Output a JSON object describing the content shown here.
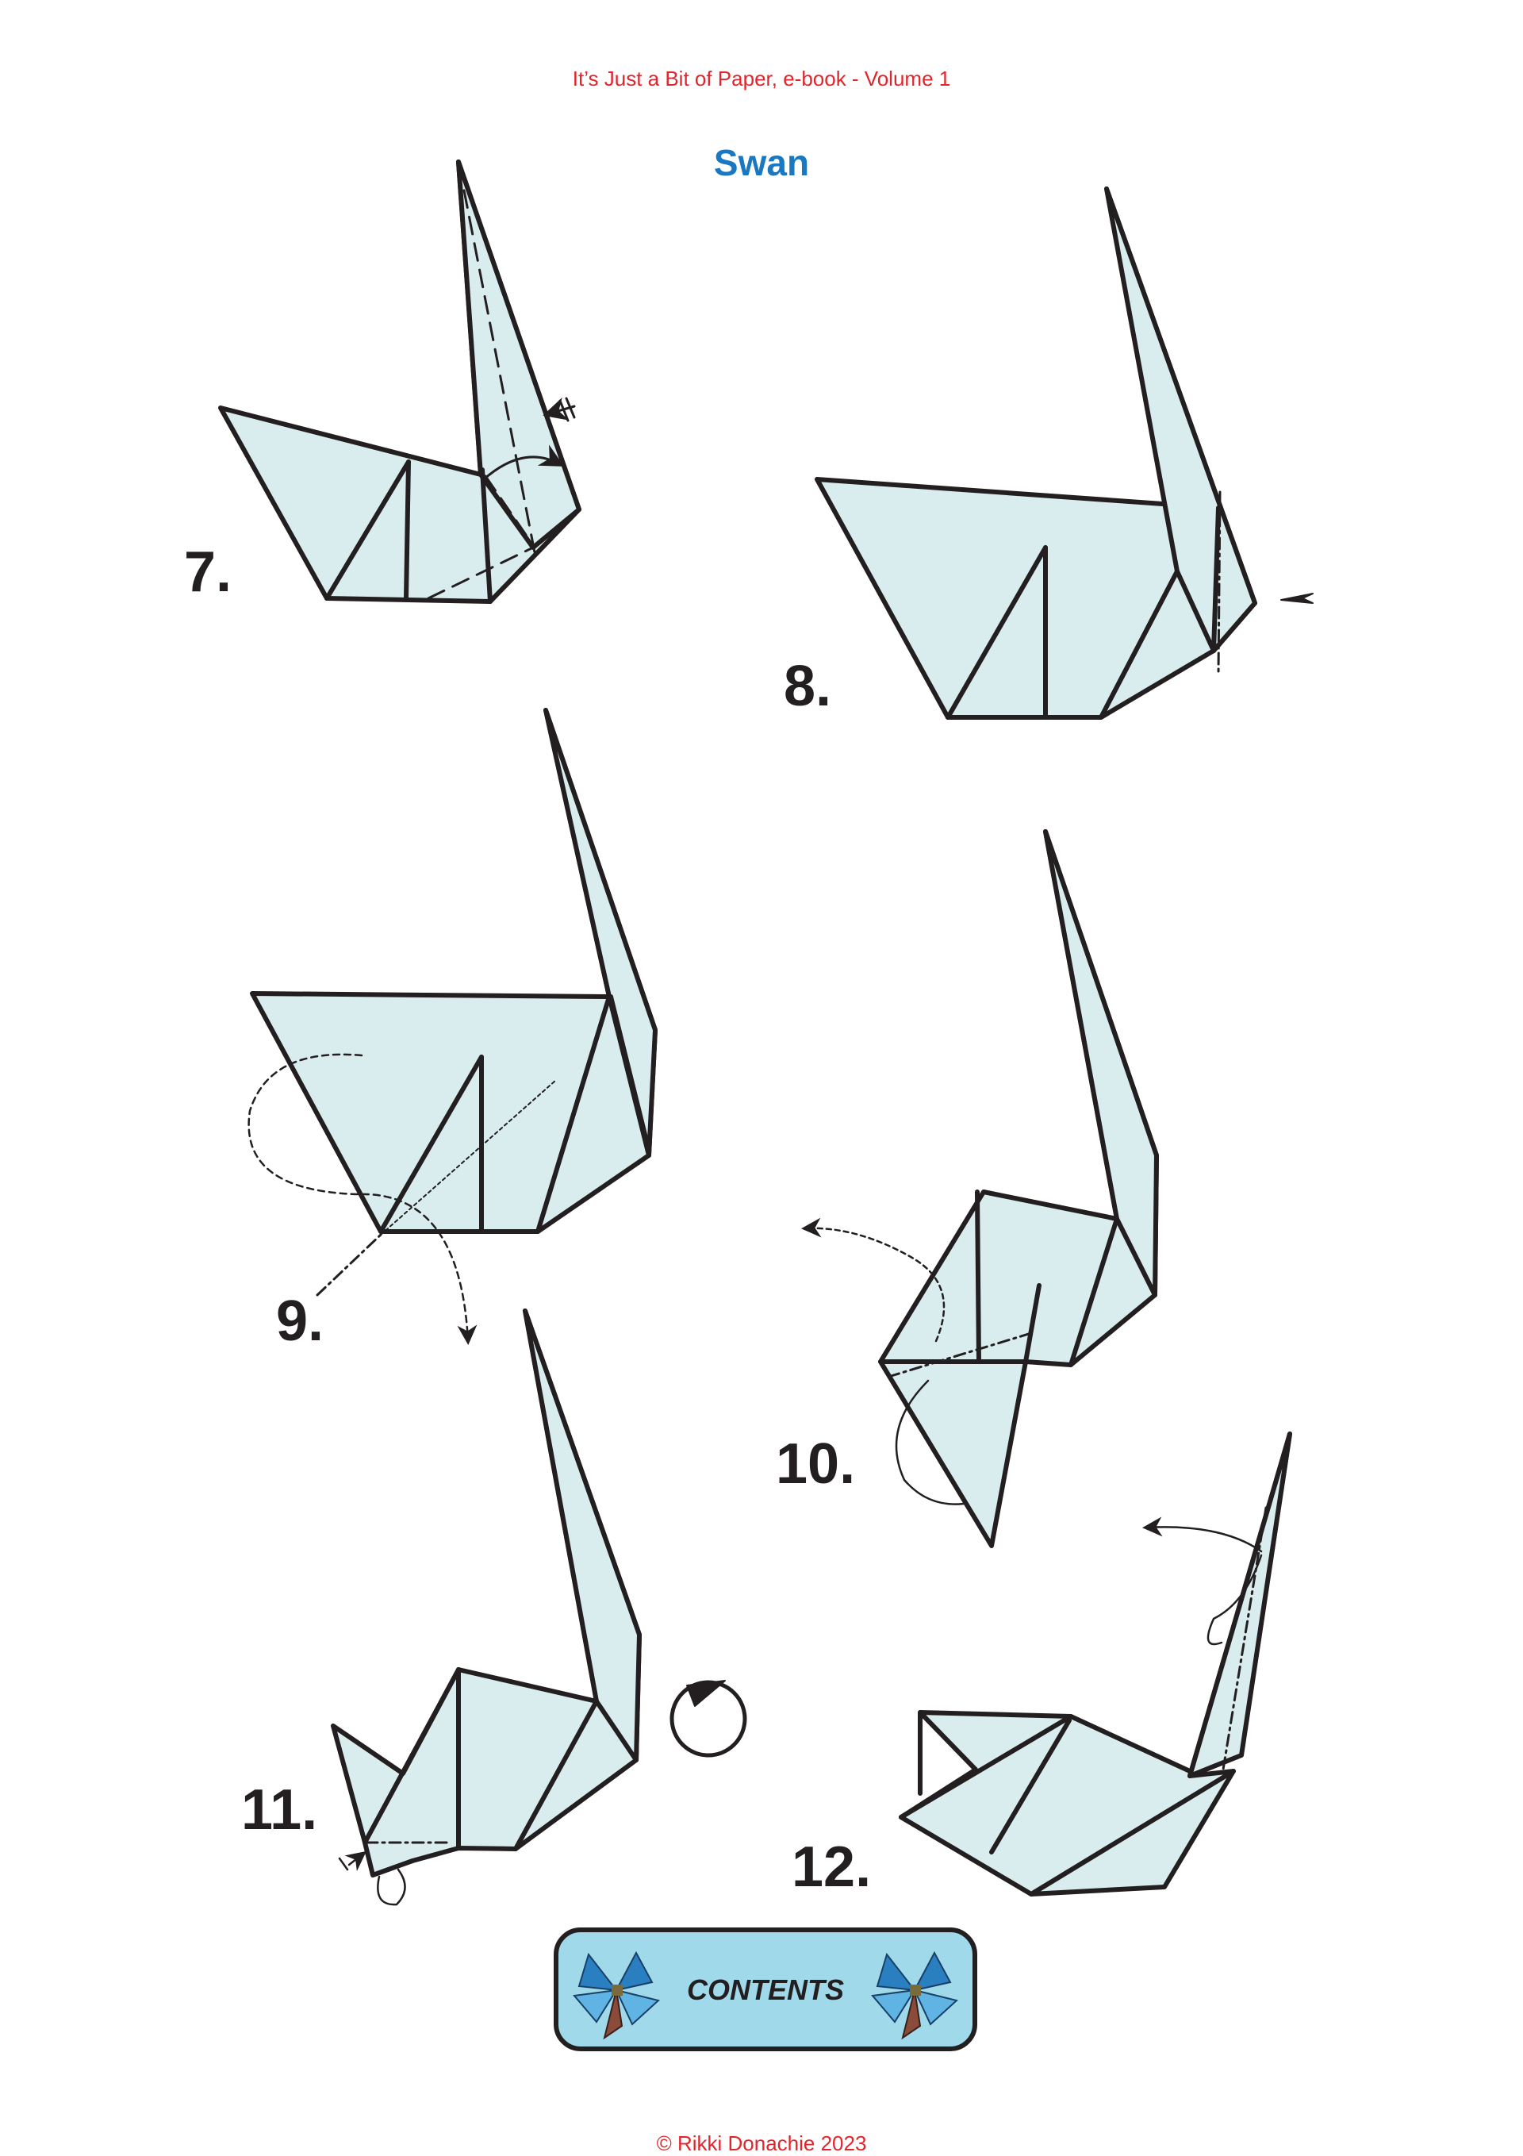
{
  "header": {
    "subtitle": "It’s Just a Bit of Paper, e-book - Volume 1"
  },
  "page": {
    "title": "Swan"
  },
  "steps": [
    {
      "number": "7."
    },
    {
      "number": "8."
    },
    {
      "number": "9."
    },
    {
      "number": "10."
    },
    {
      "number": "11."
    },
    {
      "number": "12."
    }
  ],
  "nav": {
    "contents_label": "CONTENTS"
  },
  "footer": {
    "copyright": "© Rikki Donachie 2023"
  },
  "colors": {
    "paper": "#d9ecee",
    "line": "#231f20",
    "accent_red": "#e0252c",
    "title_blue": "#1a78c2",
    "button_fill": "#9fd9ea"
  },
  "icons": [
    "butterfly-icon",
    "rotate-icon",
    "fold-arrow-icon",
    "push-arrow-icon"
  ]
}
